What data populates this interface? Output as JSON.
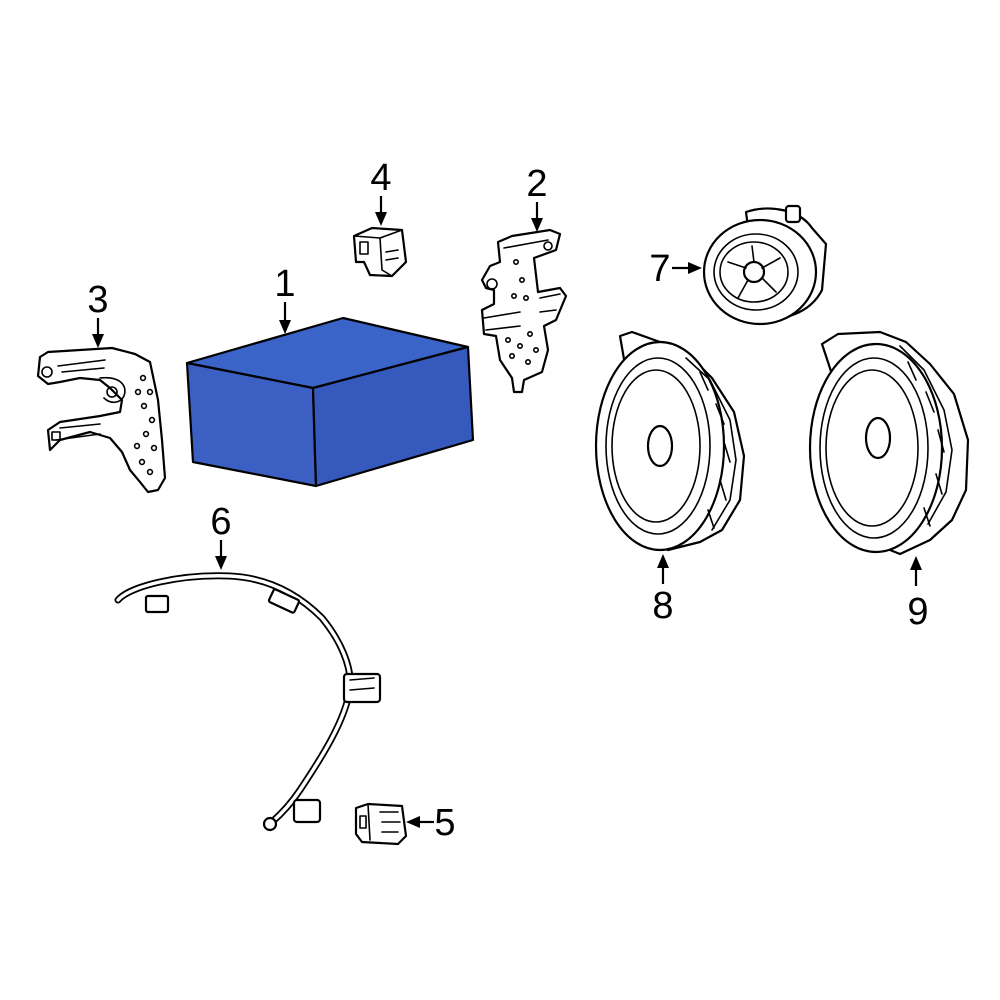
{
  "colors": {
    "background": "#ffffff",
    "line": "#000000",
    "highlight_top": "#3a64c8",
    "highlight_front": "#3b5fc3",
    "highlight_side": "#3559bd"
  },
  "callouts": [
    {
      "id": "1",
      "label": "1",
      "part": "amplifier"
    },
    {
      "id": "2",
      "label": "2",
      "part": "right-bracket"
    },
    {
      "id": "3",
      "label": "3",
      "part": "left-bracket"
    },
    {
      "id": "4",
      "label": "4",
      "part": "connector-small"
    },
    {
      "id": "5",
      "label": "5",
      "part": "connector-small"
    },
    {
      "id": "6",
      "label": "6",
      "part": "wire-harness"
    },
    {
      "id": "7",
      "label": "7",
      "part": "tweeter"
    },
    {
      "id": "8",
      "label": "8",
      "part": "speaker"
    },
    {
      "id": "9",
      "label": "9",
      "part": "speaker"
    }
  ],
  "highlighted_part": "1"
}
